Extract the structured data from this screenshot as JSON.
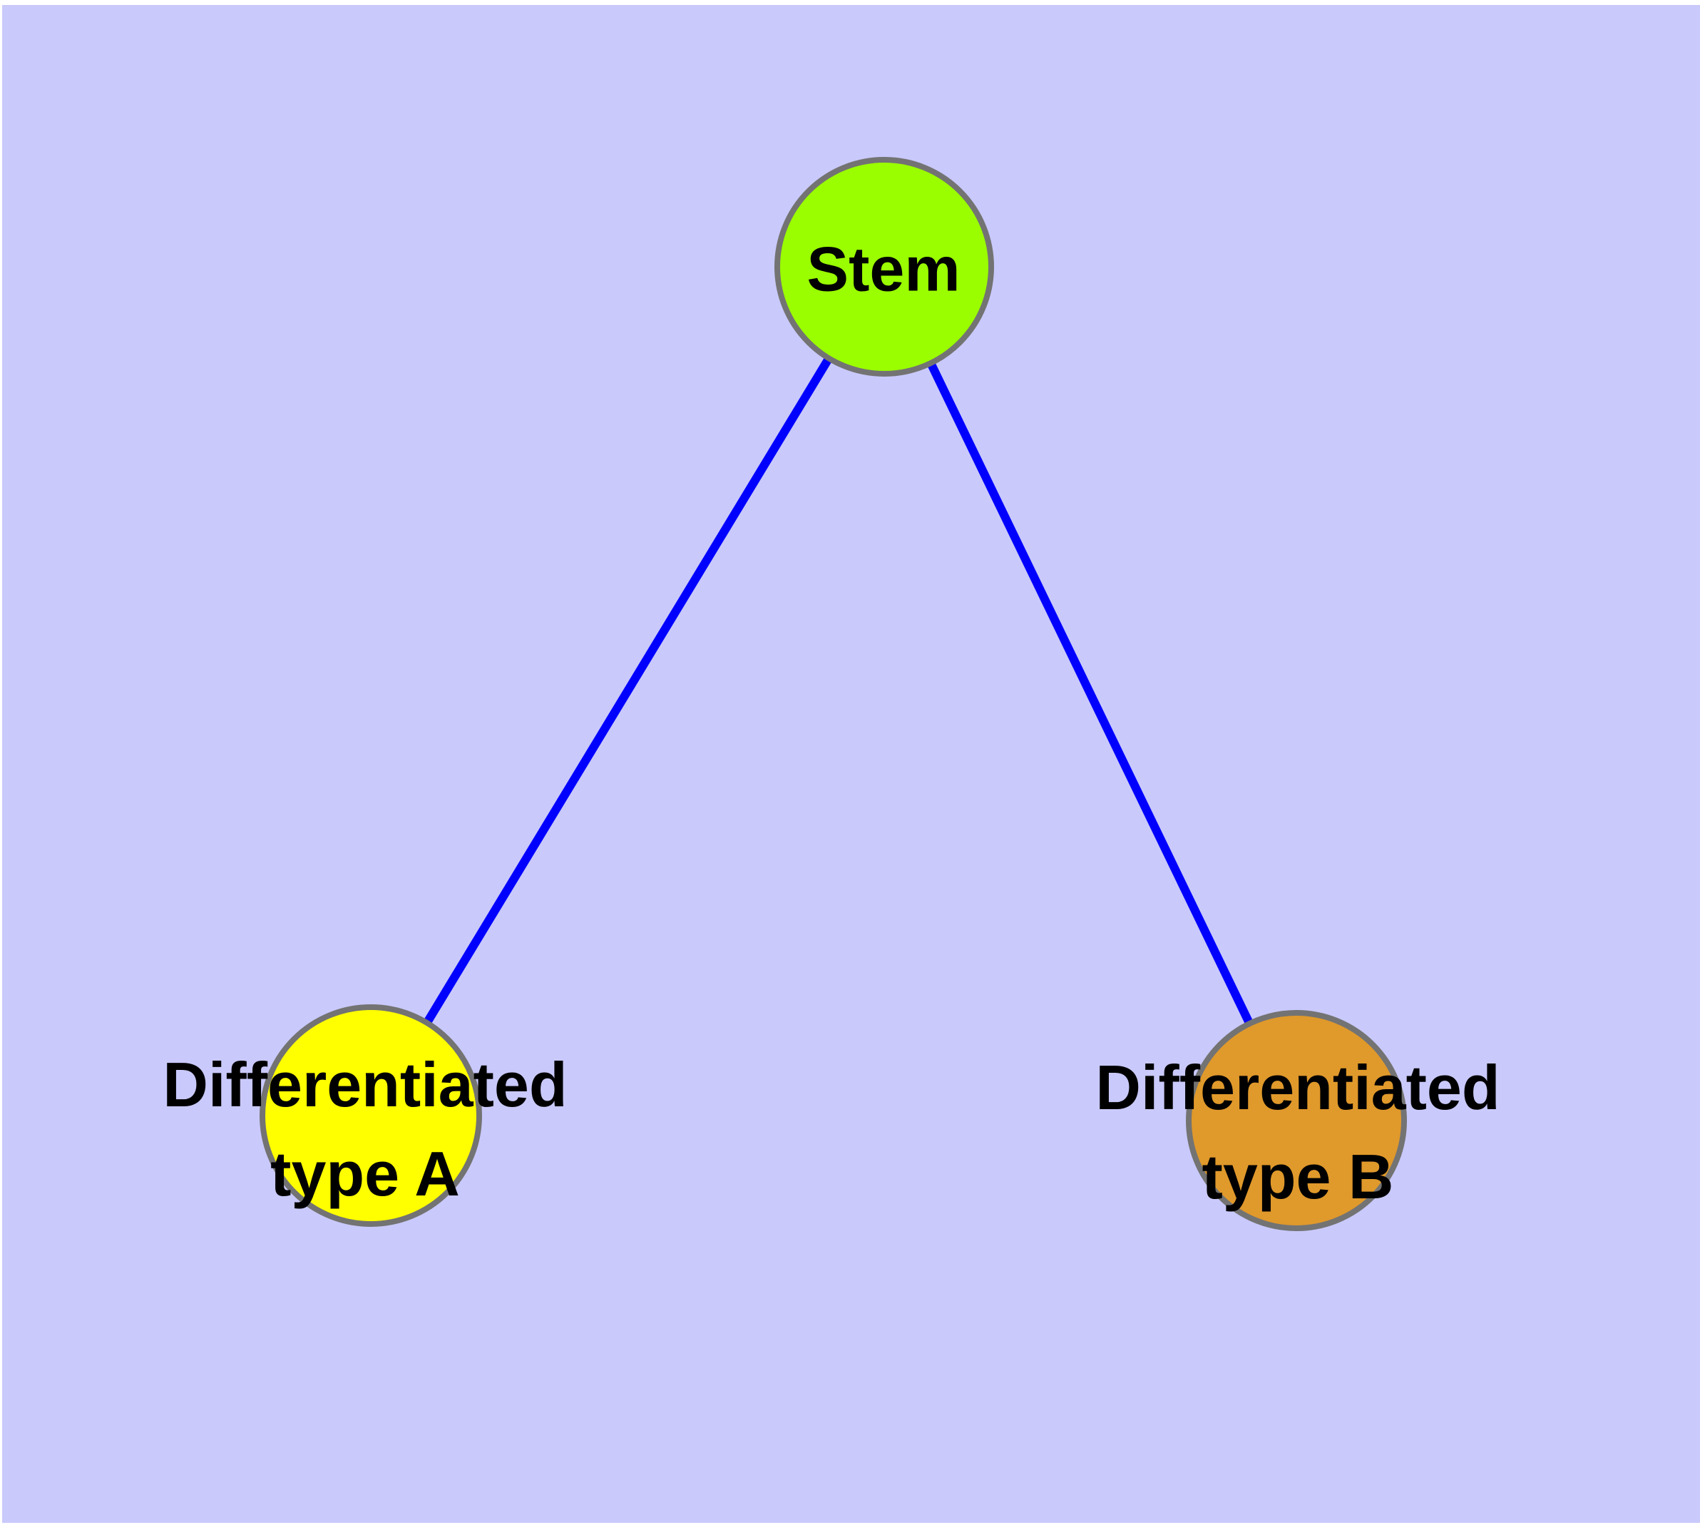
{
  "diagram": {
    "nodes": {
      "stem": {
        "label": "Stem",
        "fill": "#9AFE00"
      },
      "diff_a": {
        "line1": "Differentiated",
        "line2": "type A",
        "fill": "#FFFF00"
      },
      "diff_b": {
        "line1": "Differentiated",
        "line2": "type B",
        "fill": "#E0992B"
      }
    },
    "edges": [
      {
        "from": "stem",
        "to": "diff_a"
      },
      {
        "from": "stem",
        "to": "diff_b"
      }
    ],
    "style": {
      "background": "#C9C9FB",
      "node_border": "#737373",
      "edge_color": "#0000FF",
      "label_color": "#000000"
    }
  }
}
